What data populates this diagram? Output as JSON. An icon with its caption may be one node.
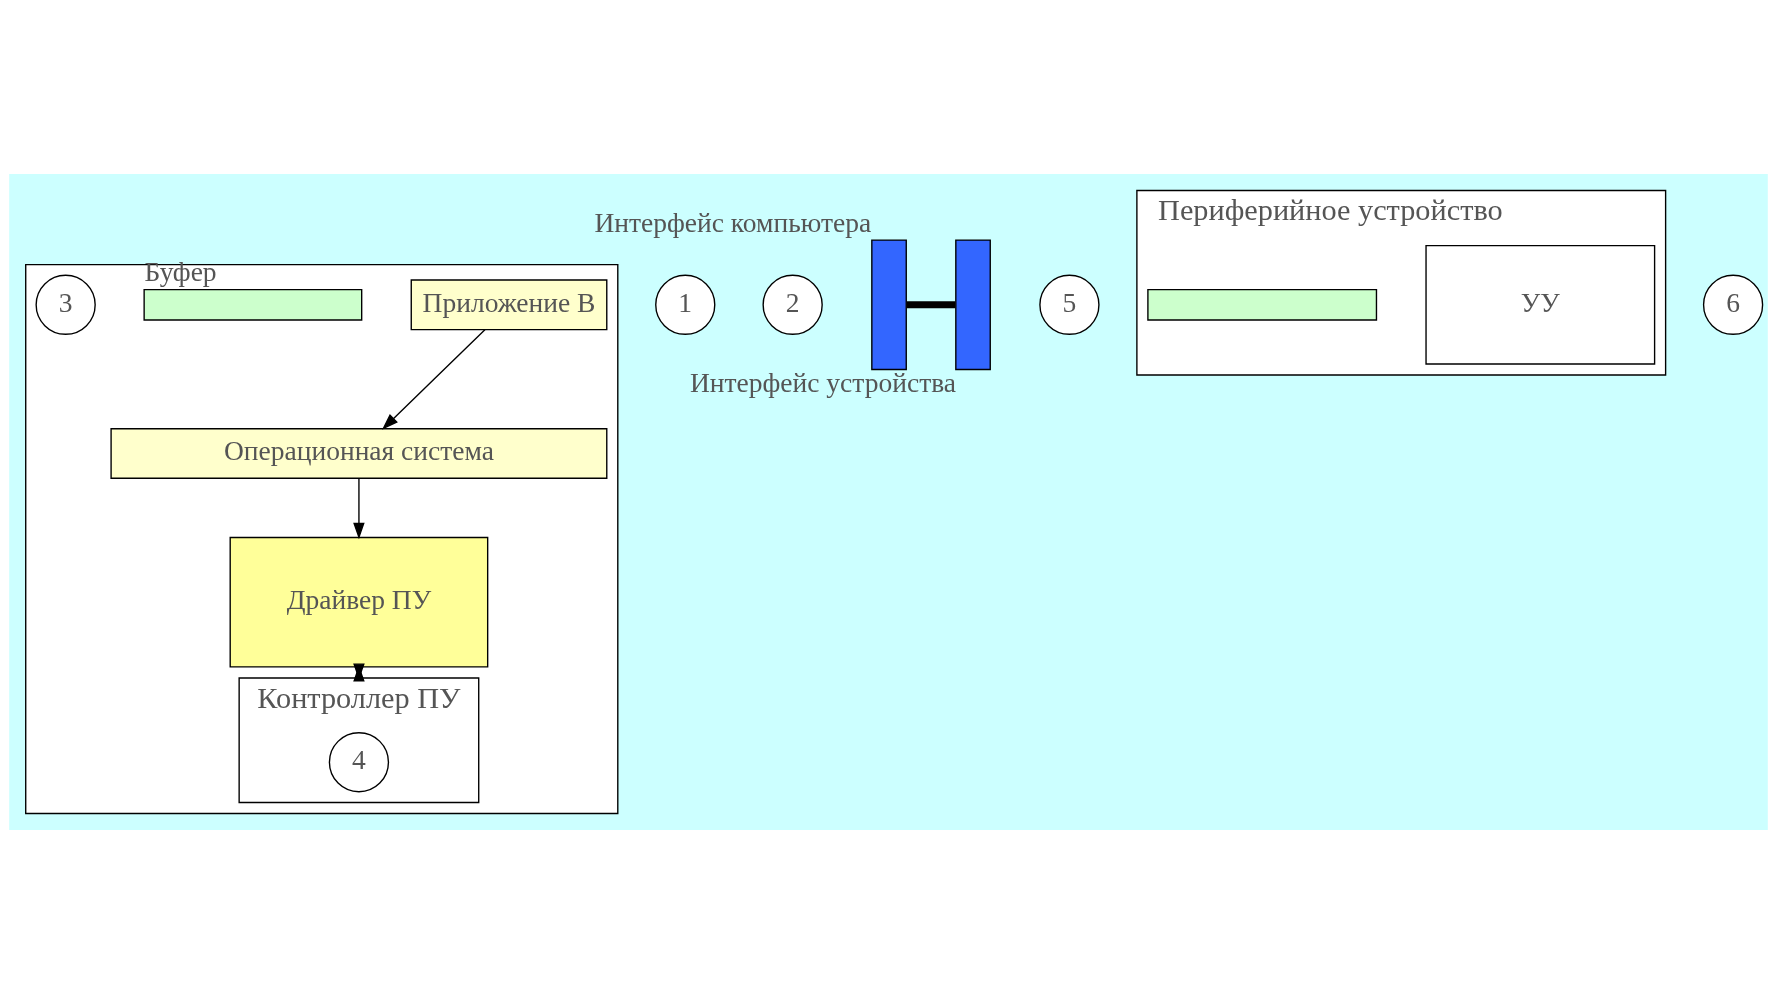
{
  "diagram": {
    "nodes": [
      {
        "text": [],
        "shape": "box"
      },
      {
        "text": [
          "Приложение B"
        ],
        "in": 0
      },
      {
        "text": [],
        "shape": "bar",
        "in": 0,
        "beside": [
          "Буфер"
        ]
      },
      {
        "text": [
          "Операционная система"
        ],
        "in": 0
      },
      {
        "text": [
          "Драйвер ПУ"
        ],
        "in": 0
      },
      {
        "text": [
          "Контроллер ПУ"
        ],
        "in": 0
      },
      {
        "text": [
          "4"
        ],
        "in": 5
      },
      {
        "text": [
          "1"
        ]
      },
      {
        "text": [
          "2"
        ]
      },
      {
        "text": [
          "3"
        ],
        "in": 0
      },
      {
        "text": [],
        "shape": "bar",
        "beside": [
          "Интерфейс компьютера"
        ]
      },
      {
        "text": [
          "5"
        ]
      },
      {
        "text": [
          "Периферийное устройство"
        ]
      },
      {
        "text": [
          "УУ"
        ],
        "in": 12
      },
      {
        "text": [],
        "shape": "bar",
        "in": 12
      },
      {
        "text": [
          "6"
        ]
      },
      {
        "text": [],
        "shape": "bar",
        "beside": [
          "Интерфейс устройства"
        ]
      }
    ],
    "edges": [
      {
        "from": 1,
        "to": 3,
        "arrow": "to"
      },
      {
        "from": 3,
        "to": 4,
        "arrow": "to"
      },
      {
        "from": 4,
        "to": 5,
        "arrow": "both"
      },
      {
        "from": 10,
        "to": 16,
        "arrow": "none",
        "style": "thick"
      }
    ]
  }
}
